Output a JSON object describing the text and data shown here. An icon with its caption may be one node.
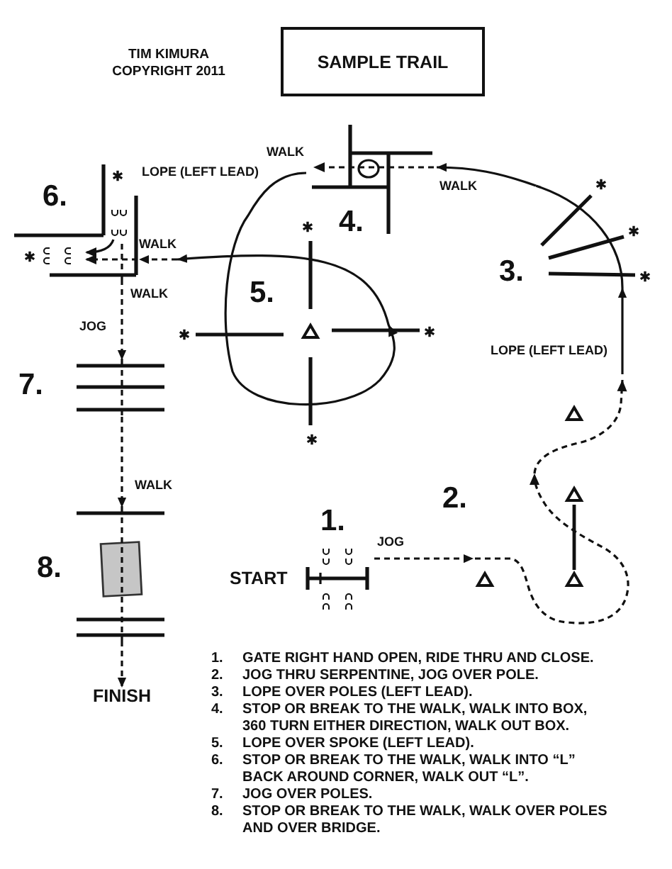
{
  "diagram": {
    "title": "SAMPLE TRAIL",
    "nodes": [
      {
        "text": [],
        "shape": "picture",
        "beside": [
          "1.",
          "START"
        ]
      },
      {
        "text": [],
        "shape": "picture",
        "beside": [
          "2."
        ]
      },
      {
        "text": [],
        "shape": "picture",
        "beside": [
          "3."
        ]
      },
      {
        "text": [
          "4."
        ],
        "beside": [
          "WALK",
          "WALK"
        ]
      },
      {
        "text": [
          "5."
        ]
      },
      {
        "text": [
          "6."
        ],
        "beside": [
          "WALK"
        ]
      },
      {
        "text": [],
        "shape": "picture",
        "beside": [
          "7."
        ]
      },
      {
        "text": [],
        "shape": "picture",
        "beside": [
          "8."
        ]
      },
      {
        "text": [
          "FINISH"
        ]
      }
    ],
    "edges": [
      {
        "from": 0,
        "to": 1,
        "arrow": "to",
        "label": "JOG",
        "style": "dashed"
      },
      {
        "from": 1,
        "to": 2,
        "arrow": "to",
        "label": "LOPE (LEFT LEAD)"
      },
      {
        "from": 2,
        "to": 3,
        "arrow": "to"
      },
      {
        "from": 3,
        "to": 4,
        "arrow": "to",
        "label": "LOPE (LEFT LEAD)"
      },
      {
        "from": 4,
        "to": 5,
        "arrow": "to",
        "label": "WALK",
        "style": "dashed"
      },
      {
        "from": 5,
        "to": 6,
        "arrow": "to",
        "label": "JOG",
        "style": "dashed"
      },
      {
        "from": 6,
        "to": 7,
        "arrow": "to",
        "label": "WALK",
        "style": "dashed"
      },
      {
        "from": 7,
        "to": 8,
        "arrow": "to",
        "style": "dashed"
      }
    ],
    "labels": [
      "TIM KIMURA COPYRIGHT 2011",
      "1.",
      "GATE RIGHT HAND OPEN, RIDE THRU AND CLOSE.",
      "2.",
      "JOG THRU SERPENTINE, JOG OVER POLE.",
      "3.",
      "LOPE OVER POLES (LEFT LEAD).",
      "4.",
      "STOP OR BREAK TO THE WALK, WALK INTO BOX, 360 TURN EITHER DIRECTION, WALK OUT BOX.",
      "5.",
      "LOPE OVER SPOKE (LEFT LEAD).",
      "6.",
      "STOP OR BREAK TO THE WALK, WALK INTO “L” BACK AROUND CORNER, WALK OUT “L”.",
      "7.",
      "JOG OVER POLES.",
      "8.",
      "STOP OR BREAK TO THE WALK, WALK OVER POLES AND OVER BRIDGE."
    ]
  }
}
